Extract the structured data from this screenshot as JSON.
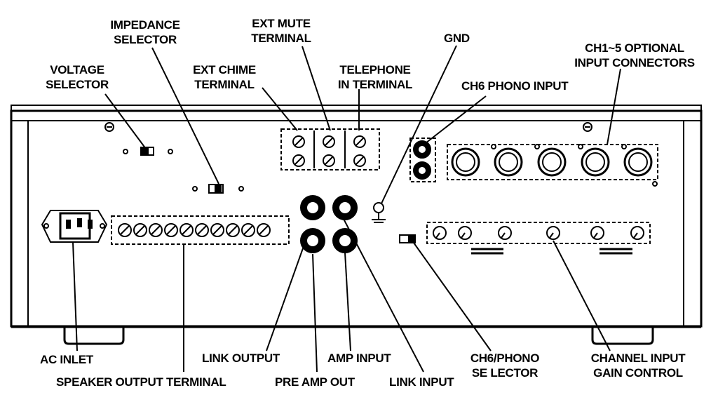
{
  "labels": {
    "voltage_selector": [
      "VOLTAGE",
      "SELECTOR"
    ],
    "impedance_selector": [
      "IMPEDANCE",
      "SELECTOR"
    ],
    "ext_chime_terminal": [
      "EXT CHIME",
      "TERMINAL"
    ],
    "ext_mute_terminal": [
      "EXT MUTE",
      "TERMINAL"
    ],
    "telephone_in_terminal": [
      "TELEPHONE",
      "IN TERMINAL"
    ],
    "gnd": "GND",
    "ch6_phono_input": "CH6 PHONO INPUT",
    "ch1_5_optional_input": [
      "CH1~5 OPTIONAL",
      "INPUT CONNECTORS"
    ],
    "ac_inlet": "AC INLET",
    "speaker_output_terminal": "SPEAKER OUTPUT TERMINAL",
    "link_output": "LINK OUTPUT",
    "pre_amp_out": "PRE AMP OUT",
    "amp_input": "AMP INPUT",
    "link_input": "LINK INPUT",
    "ch6_phono_selector": [
      "CH6/PHONO",
      "SE LECTOR"
    ],
    "channel_input_gain_control": [
      "CHANNEL INPUT",
      "GAIN CONTROL"
    ]
  },
  "colors": {
    "ink": "#000000",
    "paper": "#ffffff",
    "panel_shade": "#d9d9d9"
  }
}
